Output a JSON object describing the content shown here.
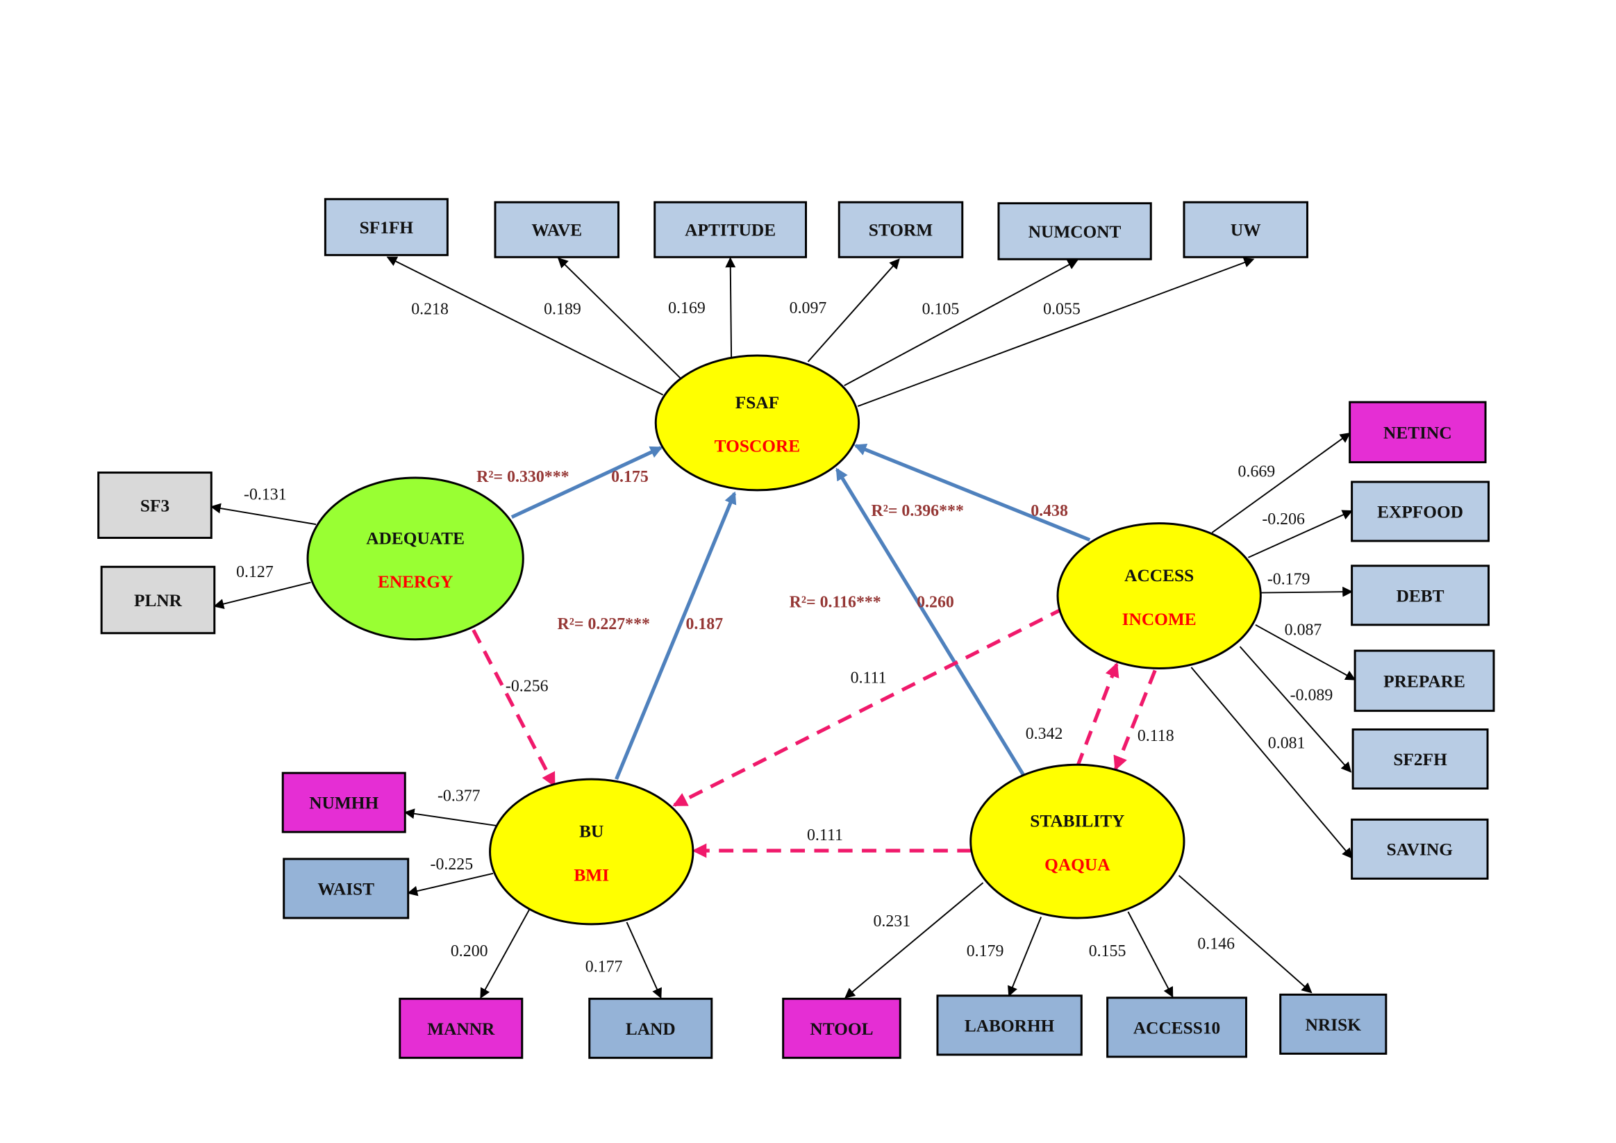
{
  "colors": {
    "latent_yellow": "#ffff00",
    "latent_green": "#99ff33",
    "indicator_light_blue": "#b8cce4",
    "indicator_blue": "#95b3d7",
    "indicator_gray": "#d9d9d9",
    "indicator_magenta": "#e52ed4",
    "structural_path": "#4f81bd",
    "covariance_path": "#f0196b",
    "r2_text": "#953735",
    "latent_subtitle": "#ff0000"
  },
  "latents": [
    {
      "id": "fsaf",
      "name": "FSAF",
      "subtitle": "TOSCORE",
      "fill": "#ffff00"
    },
    {
      "id": "adequate",
      "name": "ADEQUATE",
      "subtitle": "ENERGY",
      "fill": "#99ff33"
    },
    {
      "id": "access",
      "name": "ACCESS",
      "subtitle": "INCOME",
      "fill": "#ffff00"
    },
    {
      "id": "bu",
      "name": "BU",
      "subtitle": "BMI",
      "fill": "#ffff00"
    },
    {
      "id": "stability",
      "name": "STABILITY",
      "subtitle": "QAQUA",
      "fill": "#ffff00"
    }
  ],
  "indicators": [
    {
      "id": "SF1FH",
      "label": "SF1FH",
      "fill": "#b8cce4"
    },
    {
      "id": "WAVE",
      "label": "WAVE",
      "fill": "#b8cce4"
    },
    {
      "id": "APTITUDE",
      "label": "APTITUDE",
      "fill": "#b8cce4"
    },
    {
      "id": "STORM",
      "label": "STORM",
      "fill": "#b8cce4"
    },
    {
      "id": "NUMCONT",
      "label": "NUMCONT",
      "fill": "#b8cce4"
    },
    {
      "id": "UW",
      "label": "UW",
      "fill": "#b8cce4"
    },
    {
      "id": "SF3",
      "label": "SF3",
      "fill": "#d9d9d9"
    },
    {
      "id": "PLNR",
      "label": "PLNR",
      "fill": "#d9d9d9"
    },
    {
      "id": "NETINC",
      "label": "NETINC",
      "fill": "#e52ed4"
    },
    {
      "id": "EXPFOOD",
      "label": "EXPFOOD",
      "fill": "#b8cce4"
    },
    {
      "id": "DEBT",
      "label": "DEBT",
      "fill": "#b8cce4"
    },
    {
      "id": "PREPARE",
      "label": "PREPARE",
      "fill": "#b8cce4"
    },
    {
      "id": "SF2FH",
      "label": "SF2FH",
      "fill": "#b8cce4"
    },
    {
      "id": "SAVING",
      "label": "SAVING",
      "fill": "#b8cce4"
    },
    {
      "id": "NUMHH",
      "label": "NUMHH",
      "fill": "#e52ed4"
    },
    {
      "id": "WAIST",
      "label": "WAIST",
      "fill": "#95b3d7"
    },
    {
      "id": "MANNR",
      "label": "MANNR",
      "fill": "#e52ed4"
    },
    {
      "id": "LAND",
      "label": "LAND",
      "fill": "#95b3d7"
    },
    {
      "id": "NTOOL",
      "label": "NTOOL",
      "fill": "#e52ed4"
    },
    {
      "id": "LABORHH",
      "label": "LABORHH",
      "fill": "#95b3d7"
    },
    {
      "id": "ACCESS10",
      "label": "ACCESS10",
      "fill": "#95b3d7"
    },
    {
      "id": "NRISK",
      "label": "NRISK",
      "fill": "#95b3d7"
    }
  ],
  "loadings": [
    {
      "from": "fsaf",
      "to": "SF1FH",
      "value": "0.218"
    },
    {
      "from": "fsaf",
      "to": "WAVE",
      "value": "0.189"
    },
    {
      "from": "fsaf",
      "to": "APTITUDE",
      "value": "0.169"
    },
    {
      "from": "fsaf",
      "to": "STORM",
      "value": "0.097"
    },
    {
      "from": "fsaf",
      "to": "NUMCONT",
      "value": "0.105"
    },
    {
      "from": "fsaf",
      "to": "UW",
      "value": "0.055"
    },
    {
      "from": "adequate",
      "to": "SF3",
      "value": "-0.131"
    },
    {
      "from": "adequate",
      "to": "PLNR",
      "value": "0.127"
    },
    {
      "from": "access",
      "to": "NETINC",
      "value": "0.669"
    },
    {
      "from": "access",
      "to": "EXPFOOD",
      "value": "-0.206"
    },
    {
      "from": "access",
      "to": "DEBT",
      "value": "-0.179"
    },
    {
      "from": "access",
      "to": "PREPARE",
      "value": "0.087"
    },
    {
      "from": "access",
      "to": "SF2FH",
      "value": "-0.089"
    },
    {
      "from": "access",
      "to": "SAVING",
      "value": "0.081"
    },
    {
      "from": "bu",
      "to": "NUMHH",
      "value": "-0.377"
    },
    {
      "from": "bu",
      "to": "WAIST",
      "value": "-0.225"
    },
    {
      "from": "bu",
      "to": "MANNR",
      "value": "0.200"
    },
    {
      "from": "bu",
      "to": "LAND",
      "value": "0.177"
    },
    {
      "from": "stability",
      "to": "NTOOL",
      "value": "0.231"
    },
    {
      "from": "stability",
      "to": "LABORHH",
      "value": "0.179"
    },
    {
      "from": "stability",
      "to": "ACCESS10",
      "value": "0.155"
    },
    {
      "from": "stability",
      "to": "NRISK",
      "value": "0.146"
    }
  ],
  "structural_paths": [
    {
      "from": "adequate",
      "to": "fsaf",
      "r2": "R²= 0.330***",
      "value": "0.175"
    },
    {
      "from": "bu",
      "to": "fsaf",
      "r2": "R²= 0.227***",
      "value": "0.187"
    },
    {
      "from": "stability",
      "to": "fsaf",
      "r2": "R²= 0.116***",
      "value": "0.260"
    },
    {
      "from": "access",
      "to": "fsaf",
      "r2": "R²= 0.396***",
      "value": "0.438"
    }
  ],
  "covariance_paths": [
    {
      "from": "adequate",
      "to": "bu",
      "value": "-0.256"
    },
    {
      "from": "access",
      "to": "bu",
      "value": "0.111"
    },
    {
      "from": "stability",
      "to": "bu",
      "value": "0.111"
    },
    {
      "from": "stability",
      "to": "access",
      "value": "0.342"
    },
    {
      "from": "access",
      "to": "stability",
      "value": "0.118"
    }
  ]
}
